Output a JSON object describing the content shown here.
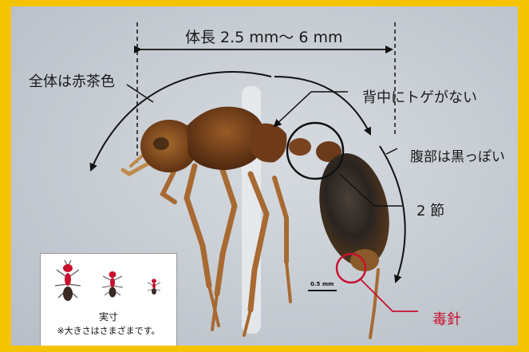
{
  "labels": {
    "body_length": "体長 2.5 mm〜 6 mm",
    "body_color": "全体は赤茶色",
    "no_spines": "背中にトゲがない",
    "abdomen_dark": "腹部は黒っぽい",
    "two_segments": "2 節",
    "stinger": "毒針"
  },
  "inset": {
    "actual_size": "実寸",
    "size_note": "※大きさはさまざまです。"
  },
  "scale_bar": {
    "label": "0.5 mm"
  },
  "colors": {
    "frame": "#f5c400",
    "accent_red": "#c8102e",
    "ant_body": "#6b3a1a",
    "ant_abdomen": "#2a2420",
    "ant_leg": "#a86a32"
  }
}
